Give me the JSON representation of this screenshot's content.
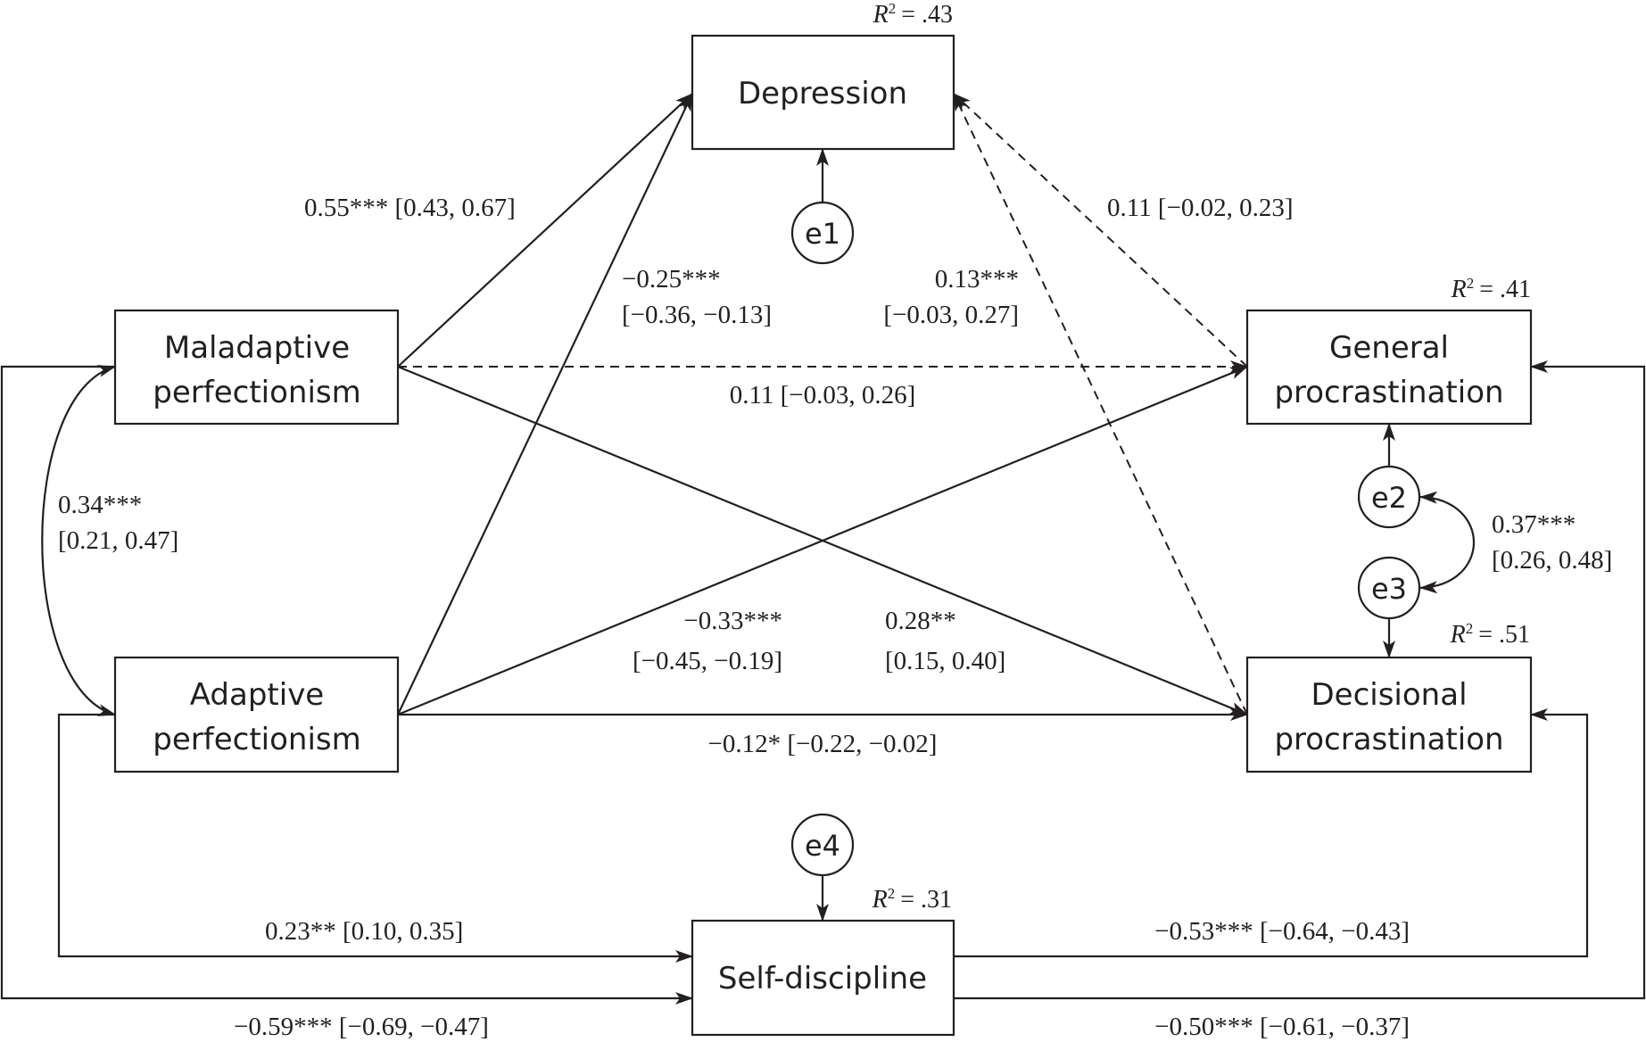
{
  "diagram": {
    "type": "path-model",
    "nodes": {
      "depression": {
        "lines": [
          "Depression"
        ],
        "r2": "= .43"
      },
      "maladaptive": {
        "lines": [
          "Maladaptive",
          "perfectionism"
        ]
      },
      "adaptive": {
        "lines": [
          "Adaptive",
          "perfectionism"
        ]
      },
      "general": {
        "lines": [
          "General",
          "procrastination"
        ],
        "r2": "= .41"
      },
      "decisional": {
        "lines": [
          "Decisional",
          "procrastination"
        ],
        "r2": "= .51"
      },
      "selfdiscipline": {
        "lines": [
          "Self-discipline"
        ],
        "r2": "= .31"
      }
    },
    "r2_symbol": "R",
    "r2_exp": "2",
    "errors": {
      "e1": "e1",
      "e2": "e2",
      "e3": "e3",
      "e4": "e4"
    },
    "paths": [
      {
        "id": "mal_dep",
        "from": "Maladaptive perfectionism",
        "to": "Depression",
        "estimate": "0.55",
        "stars": "***",
        "ci": "[0.43, 0.67]",
        "significant": true
      },
      {
        "id": "ada_dep",
        "from": "Adaptive perfectionism",
        "to": "Depression",
        "estimate": "−0.25",
        "stars": "***",
        "ci": "[−0.36, −0.13]",
        "significant": true
      },
      {
        "id": "dec_dep",
        "from": "Decisional procrastination",
        "to": "Depression",
        "estimate": "0.13",
        "stars": "***",
        "ci": "[−0.03, 0.27]",
        "significant": false
      },
      {
        "id": "gen_dep",
        "from": "General procrastination",
        "to": "Depression",
        "estimate": "0.11",
        "stars": "",
        "ci": "[−0.02, 0.23]",
        "significant": false
      },
      {
        "id": "mal_gen",
        "from": "Maladaptive perfectionism",
        "to": "General procrastination",
        "estimate": "0.11",
        "stars": "",
        "ci": "[−0.03, 0.26]",
        "significant": false
      },
      {
        "id": "ada_gen",
        "from": "Adaptive perfectionism",
        "to": "General procrastination",
        "estimate": "−0.33",
        "stars": "***",
        "ci": "[−0.45, −0.19]",
        "significant": true
      },
      {
        "id": "mal_dec",
        "from": "Maladaptive perfectionism",
        "to": "Decisional procrastination",
        "estimate": "0.28",
        "stars": "**",
        "ci": "[0.15, 0.40]",
        "significant": true
      },
      {
        "id": "ada_dec",
        "from": "Adaptive perfectionism",
        "to": "Decisional procrastination",
        "estimate": "−0.12",
        "stars": "*",
        "ci": "[−0.22, −0.02]",
        "significant": true
      },
      {
        "id": "ada_sd",
        "from": "Adaptive perfectionism",
        "to": "Self-discipline",
        "estimate": "0.23",
        "stars": "**",
        "ci": "[0.10, 0.35]",
        "significant": true
      },
      {
        "id": "mal_sd",
        "from": "Maladaptive perfectionism",
        "to": "Self-discipline",
        "estimate": "−0.59",
        "stars": "***",
        "ci": "[−0.69, −0.47]",
        "significant": true
      },
      {
        "id": "sd_dec",
        "from": "Self-discipline",
        "to": "Decisional procrastination",
        "estimate": "−0.53",
        "stars": "***",
        "ci": "[−0.64, −0.43]",
        "significant": true
      },
      {
        "id": "sd_gen",
        "from": "Self-discipline",
        "to": "General procrastination",
        "estimate": "−0.50",
        "stars": "***",
        "ci": "[−0.61, −0.37]",
        "significant": true
      }
    ],
    "correlations": [
      {
        "id": "mal_ada",
        "between": [
          "Maladaptive perfectionism",
          "Adaptive perfectionism"
        ],
        "estimate": "0.34",
        "stars": "***",
        "ci": "[0.21, 0.47]"
      },
      {
        "id": "e2_e3",
        "between": [
          "e2",
          "e3"
        ],
        "estimate": "0.37",
        "stars": "***",
        "ci": "[0.26, 0.48]"
      }
    ],
    "labels": {
      "mal_dep": "0.55*** [0.43, 0.67]",
      "ada_dep_1": "−0.25***",
      "ada_dep_2": "[−0.36, −0.13]",
      "dec_dep_1": "0.13***",
      "dec_dep_2": "[−0.03, 0.27]",
      "gen_dep": "0.11 [−0.02, 0.23]",
      "mal_gen": "0.11 [−0.03, 0.26]",
      "ada_gen_1": "−0.33***",
      "ada_gen_2": "[−0.45, −0.19]",
      "mal_dec_1": "0.28**",
      "mal_dec_2": "[0.15, 0.40]",
      "ada_dec": "−0.12* [−0.22, −0.02]",
      "ada_sd": "0.23** [0.10, 0.35]",
      "mal_sd": "−0.59*** [−0.69, −0.47]",
      "sd_dec": "−0.53*** [−0.64, −0.43]",
      "sd_gen": "−0.50*** [−0.61, −0.37]",
      "mal_ada_1": "0.34***",
      "mal_ada_2": "[0.21, 0.47]",
      "e2_e3_1": "0.37***",
      "e2_e3_2": "[0.26, 0.48]"
    },
    "colors": {
      "ink": "#231f20",
      "background": "#ffffff"
    }
  }
}
